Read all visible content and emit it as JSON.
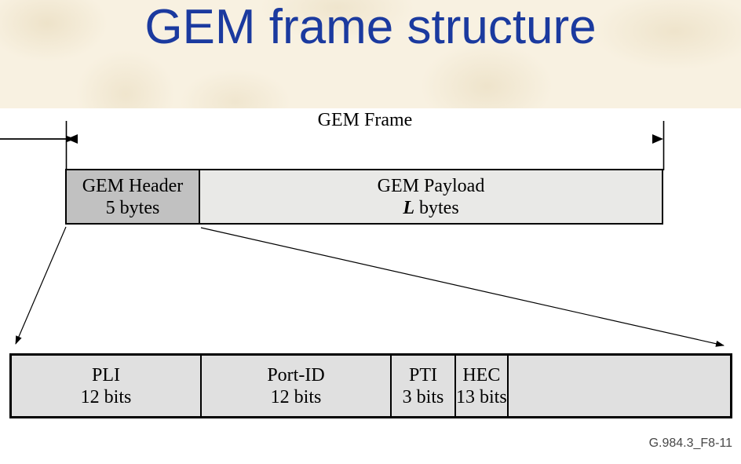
{
  "slide": {
    "title": "GEM frame structure",
    "figure_reference": "G.984.3_F8-11"
  },
  "diagram": {
    "frame_span_label": "GEM Frame",
    "upper_box": {
      "header_cell": {
        "title": "GEM Header",
        "size": "5 bytes"
      },
      "payload_cell": {
        "title": "GEM Payload",
        "size_var": "L",
        "size_unit": " bytes"
      }
    },
    "lower_box": {
      "fields": [
        {
          "title": "PLI",
          "size": "12 bits"
        },
        {
          "title": "Port-ID",
          "size": "12 bits"
        },
        {
          "title": "PTI",
          "size": "3 bits"
        },
        {
          "title": "HEC",
          "size": "13 bits"
        }
      ]
    }
  },
  "colors": {
    "title_blue": "#1b3a9f",
    "band_cream": "#f8f1e1",
    "watermark_beige": "#e8dbbd",
    "header_cell_gray": "#c1c1c1",
    "payload_cell_gray": "#e9e9e7",
    "field_cell_gray": "#e0e0e0",
    "line_black": "#000000",
    "caption_gray": "#474747"
  }
}
